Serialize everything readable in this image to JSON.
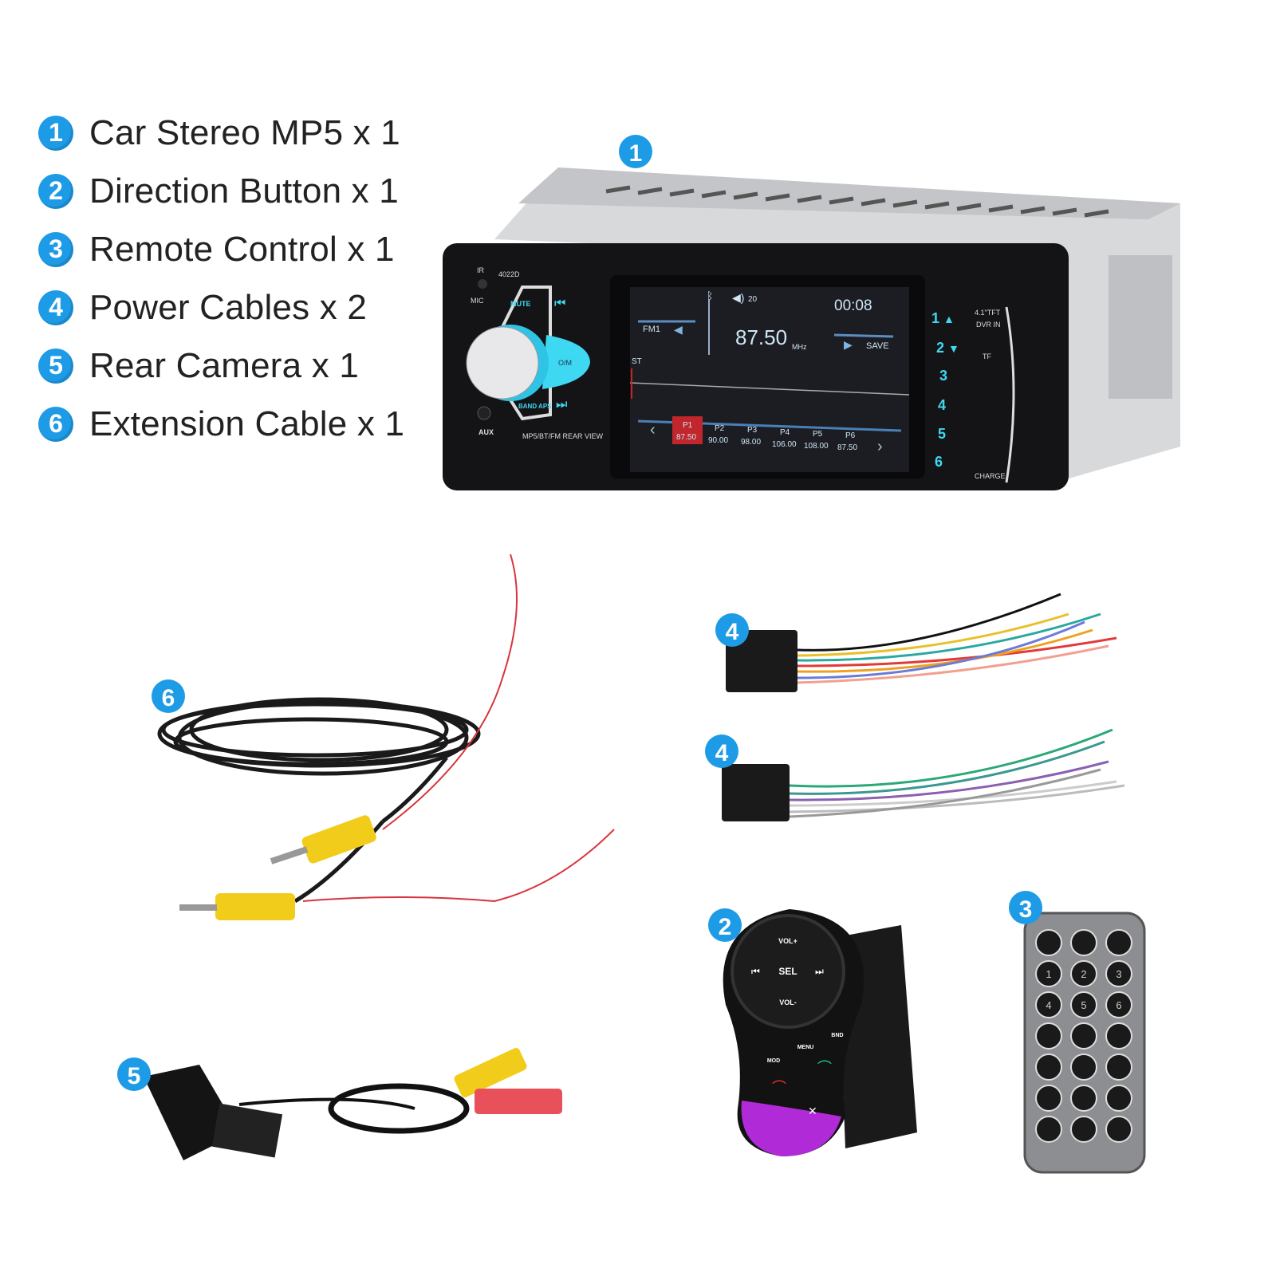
{
  "package_list": [
    {
      "number": "1",
      "label": "Car Stereo MP5 x 1"
    },
    {
      "number": "2",
      "label": "Direction Button x 1"
    },
    {
      "number": "3",
      "label": "Remote Control x 1"
    },
    {
      "number": "4",
      "label": "Power Cables x 2"
    },
    {
      "number": "5",
      "label": "Rear Camera x 1"
    },
    {
      "number": "6",
      "label": "Extension Cable x 1"
    }
  ],
  "markers": {
    "stereo": "1",
    "direction_button": "2",
    "remote": "3",
    "power_cable_a": "4",
    "power_cable_b": "4",
    "camera": "5",
    "extension": "6"
  },
  "stereo": {
    "model": "4022D",
    "ir": "IR",
    "mic": "MIC",
    "aux": "AUX",
    "mute": "MUTE",
    "band": "BAND APS",
    "knob": "O/M",
    "bottom_label": "MP5/BT/FM REAR VIEW",
    "right_top": "4.1\"TFT",
    "dvr_in": "DVR IN",
    "tf": "TF",
    "charge": "CHARGE",
    "screen": {
      "volume": "20",
      "time": "00:08",
      "band": "FM1",
      "frequency": "87.50",
      "unit": "MHz",
      "save": "SAVE",
      "stereo": "ST",
      "presets": [
        {
          "name": "P1",
          "freq": "87.50",
          "active": true
        },
        {
          "name": "P2",
          "freq": "90.00"
        },
        {
          "name": "P3",
          "freq": "98.00"
        },
        {
          "name": "P4",
          "freq": "106.00"
        },
        {
          "name": "P5",
          "freq": "108.00"
        },
        {
          "name": "P6",
          "freq": "87.50"
        }
      ]
    },
    "side_buttons": [
      "1",
      "2",
      "3",
      "4",
      "5",
      "6"
    ]
  },
  "steering_remote": {
    "vol_up": "VOL+",
    "sel": "SEL",
    "vol_down": "VOL-",
    "mod": "MOD",
    "menu": "MENU",
    "band": "BND"
  },
  "ir_remote": {
    "keys": [
      "",
      "",
      "",
      "1",
      "2",
      "3",
      "4",
      "5",
      "6",
      "",
      "",
      "",
      "",
      "",
      "",
      "",
      "",
      "",
      "",
      "",
      ""
    ]
  },
  "colors": {
    "badge": "#1e9be6",
    "accent_cyan": "#3fd8f2",
    "preset_active": "#c0262b",
    "steering_purple": "#b02ad8",
    "rca_yellow": "#f2cc1a",
    "rca_red": "#e8505a"
  }
}
